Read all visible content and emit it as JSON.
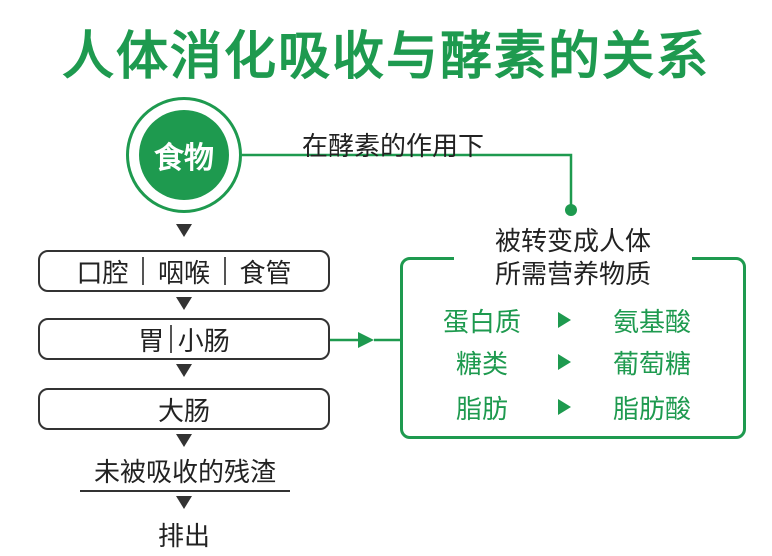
{
  "title": "人体消化吸收与酵素的关系",
  "food": "食物",
  "enzyme_label": "在酵素的作用下",
  "steps": [
    {
      "parts": [
        "口腔",
        "咽喉",
        "食管"
      ]
    },
    {
      "parts": [
        "胃",
        "小肠"
      ]
    },
    {
      "parts": [
        "大肠"
      ]
    }
  ],
  "residue": "未被吸收的残渣",
  "excrete": "排出",
  "result": {
    "title_line1": "被转变成人体",
    "title_line2": "所需营养物质",
    "rows": [
      {
        "from": "蛋白质",
        "to": "氨基酸"
      },
      {
        "from": "糖类",
        "to": "葡萄糖"
      },
      {
        "from": "脂肪",
        "to": "脂肪酸"
      }
    ]
  },
  "colors": {
    "accent": "#1e9a4f",
    "text": "#222222",
    "line": "#333333"
  }
}
